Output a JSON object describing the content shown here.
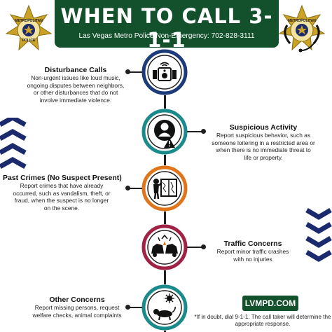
{
  "header": {
    "title": "WHEN TO CALL 3-1-1",
    "subtitle": "Las Vegas Metro Police Non-Emergency: 702-828-3111"
  },
  "badge": {
    "line1": "METROPOLITAN",
    "line2": "POLICE",
    "gold": "#c9a227",
    "dark": "#222222"
  },
  "colors": {
    "brand_green": "#13502c",
    "navy": "#1a2a6c",
    "ring_navy": "#1d3a7a",
    "ring_teal": "#1a8a8a",
    "ring_orange": "#e0761c",
    "ring_maroon": "#a02346"
  },
  "steps": [
    {
      "title": "Disturbance Calls",
      "text": "Non-urgent issues like loud music, ongoing disputes between neighbors, or other disturbances that do not involve immediate violence.",
      "icon": "speaker-icon"
    },
    {
      "title": "Suspicious Activity",
      "text": "Report suspicious behavior, such as someone loitering in a restricted area or when there is no immediate threat to life or property.",
      "icon": "suspicious-person-icon"
    },
    {
      "title": "Past Crimes (No Suspect Present)",
      "text": "Report crimes that have already occurred, such as vandalism, theft, or fraud, when the suspect is no longer on the scene.",
      "icon": "broken-window-icon"
    },
    {
      "title": "Traffic Concerns",
      "text": "Report minor traffic crashes with no injuries",
      "icon": "car-crash-icon"
    },
    {
      "title": "Other Concerns",
      "text": "Report missing persons, request welfare checks, animal complaints",
      "icon": "animal-icon"
    }
  ],
  "footer": {
    "site": "LVMPD.COM",
    "note": "*If in doubt, dial 9-1-1. The call taker will determine the appropriate response."
  }
}
